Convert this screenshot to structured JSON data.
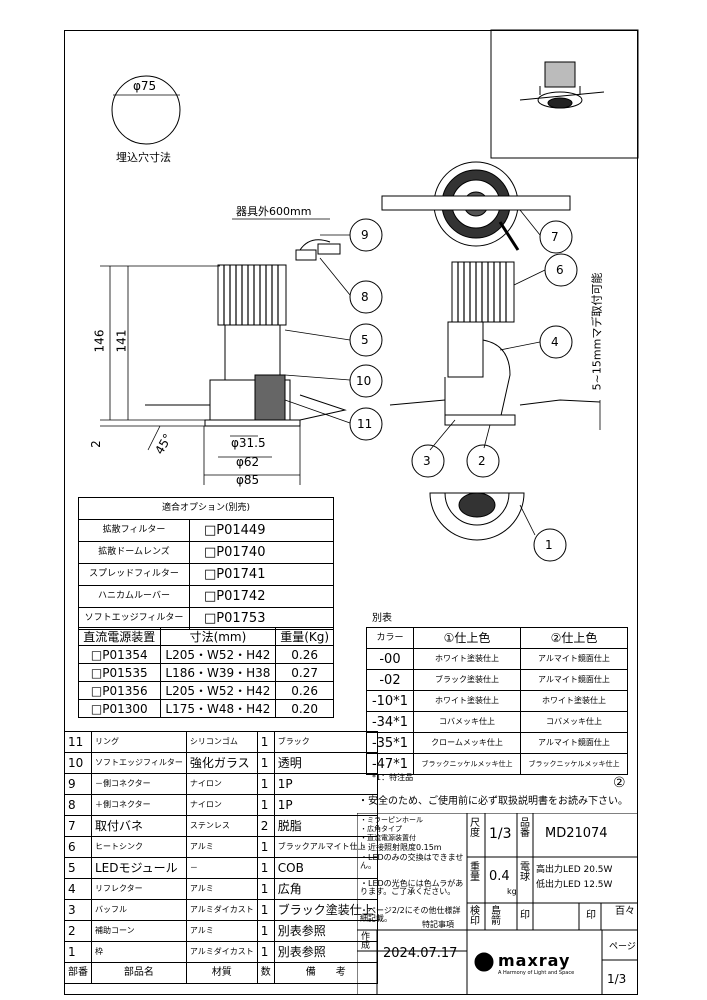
{
  "cutout": {
    "label": "埋込穴寸法",
    "diameter": "φ75"
  },
  "dims": {
    "cable_length": "器具外600mm",
    "h146": "146",
    "h141": "141",
    "h2": "2",
    "angle": "45°",
    "d315": "φ31.5",
    "d62": "φ62",
    "d85": "φ85",
    "mount_range": "5~15mmマデ取付可能"
  },
  "callouts": [
    "1",
    "2",
    "3",
    "4",
    "5",
    "6",
    "7",
    "8",
    "9",
    "10",
    "11"
  ],
  "options": {
    "title": "適合オプション(別売)",
    "rows": [
      {
        "name": "拡散フィルター",
        "code": "□P01449"
      },
      {
        "name": "拡散ドームレンズ",
        "code": "□P01740"
      },
      {
        "name": "スプレッドフィルター",
        "code": "□P01741"
      },
      {
        "name": "ハニカムルーバー",
        "code": "□P01742"
      },
      {
        "name": "ソフトエッジフィルター",
        "code": "□P01753"
      }
    ]
  },
  "power": {
    "headers": [
      "直流電源装置",
      "寸法(mm)",
      "重量(Kg)"
    ],
    "rows": [
      [
        "□P01354",
        "L205・W52・H42",
        "0.26"
      ],
      [
        "□P01535",
        "L186・W39・H38",
        "0.27"
      ],
      [
        "□P01356",
        "L205・W52・H42",
        "0.26"
      ],
      [
        "□P01300",
        "L175・W48・H42",
        "0.20"
      ]
    ]
  },
  "colors": {
    "title": "別表",
    "headers": [
      "カラー",
      "①仕上色",
      "②仕上色"
    ],
    "rows": [
      [
        "-00",
        "ホワイト塗装仕上",
        "アルマイト鏡面仕上"
      ],
      [
        "-02",
        "ブラック塗装仕上",
        "アルマイト鏡面仕上"
      ],
      [
        "-10*1",
        "ホワイト塗装仕上",
        "ホワイト塗装仕上"
      ],
      [
        "-34*1",
        "コバメッキ仕上",
        "コバメッキ仕上"
      ],
      [
        "-35*1",
        "クロームメッキ仕上",
        "アルマイト鏡面仕上"
      ],
      [
        "-47*1",
        "ブラックニッケルメッキ仕上",
        "ブラックニッケルメッキ仕上"
      ]
    ],
    "note": "*1：特注品"
  },
  "revision": "②",
  "safety": "・安全のため、ご使用前に必ず取扱説明書をお読み下さい。",
  "parts": {
    "footer": [
      "部番",
      "部品名",
      "材質",
      "数",
      "備　　考"
    ],
    "rows": [
      [
        "11",
        "リング",
        "シリコンゴム",
        "1",
        "ブラック"
      ],
      [
        "10",
        "ソフトエッジフィルター",
        "強化ガラス",
        "1",
        "透明"
      ],
      [
        "9",
        "－側コネクター",
        "ナイロン",
        "1",
        "1P"
      ],
      [
        "8",
        "＋側コネクター",
        "ナイロン",
        "1",
        "1P"
      ],
      [
        "7",
        "取付バネ",
        "ステンレス",
        "2",
        "脱脂"
      ],
      [
        "6",
        "ヒートシンク",
        "アルミ",
        "1",
        "ブラックアルマイト仕上"
      ],
      [
        "5",
        "LEDモジュール",
        "－",
        "1",
        "COB"
      ],
      [
        "4",
        "リフレクター",
        "アルミ",
        "1",
        "広角"
      ],
      [
        "3",
        "バッフル",
        "アルミダイカスト",
        "1",
        "ブラック塗装仕上"
      ],
      [
        "2",
        "補助コーン",
        "アルミ",
        "1",
        "別表参照"
      ],
      [
        "1",
        "枠",
        "アルミダイカスト",
        "1",
        "別表参照"
      ]
    ]
  },
  "title_block": {
    "notes": [
      "・ミラーピンホール",
      "・広角タイプ",
      "・直流電源装置付",
      "・近接照射限度0.15m",
      "・LEDのみの交換はできません。",
      "・LEDの光色には色ムラがあります。ご了承ください。",
      "・ページ2/2にその他仕様詳細記載。"
    ],
    "special": "特記事項",
    "scale_label": "尺度",
    "scale": "1/3",
    "product_label": "品番",
    "product": "MD21074",
    "weight_label": "重量",
    "weight": "0.4",
    "weight_unit": "kg",
    "lamp_label": "電球",
    "lamp1": "高出力LED 20.5W",
    "lamp2": "低出力LED 12.5W",
    "check_label": "検印",
    "check_name": "島箭",
    "stamp": "印",
    "hyakuda": "百々",
    "stamp2": "印",
    "created_label": "作成",
    "date": "2024.07.17",
    "brand": "maxray",
    "brand_sub": "A Harmony of Light and Space",
    "page_label": "ページ",
    "page": "1/3"
  }
}
